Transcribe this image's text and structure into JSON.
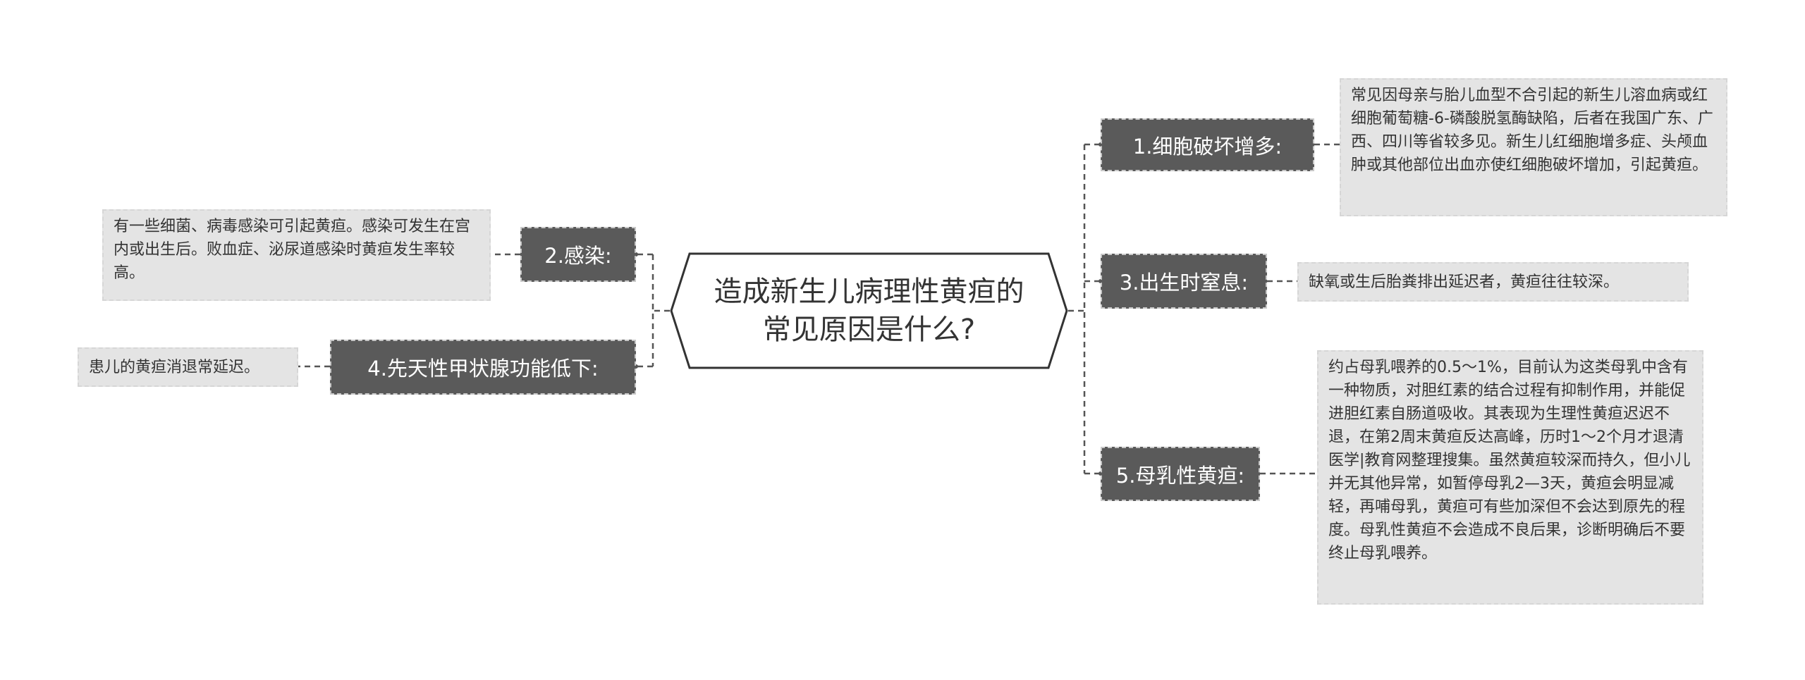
{
  "center": {
    "title": "造成新生儿病理性黄疸的常见原因是什么?"
  },
  "branches": [
    {
      "label": "1.细胞破坏增多:",
      "leaf": "常见因母亲与胎儿血型不合引起的新生儿溶血病或红细胞葡萄糖-6-磷酸脱氢酶缺陷，后者在我国广东、广西、四川等省较多见。新生儿红细胞增多症、头颅血肿或其他部位出血亦使红细胞破坏增加，引起黄疸。"
    },
    {
      "label": "2.感染:",
      "leaf": "有一些细菌、病毒感染可引起黄疸。感染可发生在宫内或出生后。败血症、泌尿道感染时黄疸发生率较高。"
    },
    {
      "label": "3.出生时窒息:",
      "leaf": "缺氧或生后胎粪排出延迟者，黄疸往往较深。"
    },
    {
      "label": "4.先天性甲状腺功能低下:",
      "leaf": "患儿的黄疸消退常延迟。"
    },
    {
      "label": "5.母乳性黄疸:",
      "leaf": "约占母乳喂养的0.5～1%，目前认为这类母乳中含有一种物质，对胆红素的结合过程有抑制作用，并能促进胆红素自肠道吸收。其表现为生理性黄疸迟迟不退，在第2周末黄疸反达高峰，历时1～2个月才退清医学|教育网整理搜集。虽然黄疸较深而持久，但小儿并无其他异常，如暂停母乳2—3天，黄疸会明显减轻，再哺母乳，黄疸可有些加深但不会达到原先的程度。母乳性黄疸不会造成不良后果，诊断明确后不要终止母乳喂养。"
    }
  ]
}
